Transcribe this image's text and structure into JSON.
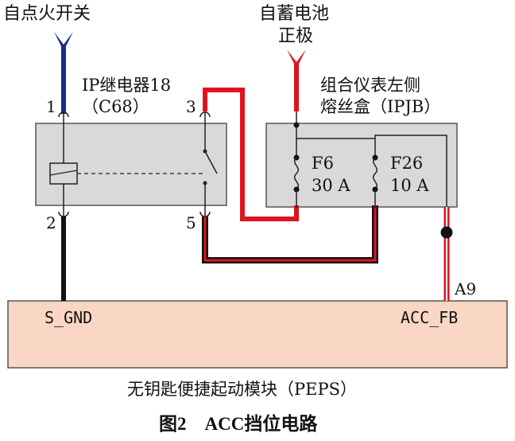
{
  "labels": {
    "ignition_switch": "自点火开关",
    "battery_line1": "自蓄电池",
    "battery_line2": "正极",
    "relay_name": "IP继电器18",
    "relay_code": "（C68）",
    "fusebox_line1": "组合仪表左侧",
    "fusebox_line2": "熔丝盒（IPJB）",
    "fuse_f6_name": "F6",
    "fuse_f6_rating": "30 A",
    "fuse_f26_name": "F26",
    "fuse_f26_rating": "10 A",
    "pin_1": "1",
    "pin_2": "2",
    "pin_3": "3",
    "pin_5": "5",
    "connector_a9": "A9",
    "s_gnd": "S_GND",
    "acc_fb": "ACC_FB",
    "module_name": "无钥匙便捷起动模块（PEPS）",
    "figure_caption": "图2　ACC挡位电路"
  },
  "colors": {
    "wire_blue": "#1f2a80",
    "wire_red": "#e0141e",
    "wire_black": "#111111",
    "box_gray": "#d9d9d9",
    "module_fill": "#f9d7c4"
  }
}
